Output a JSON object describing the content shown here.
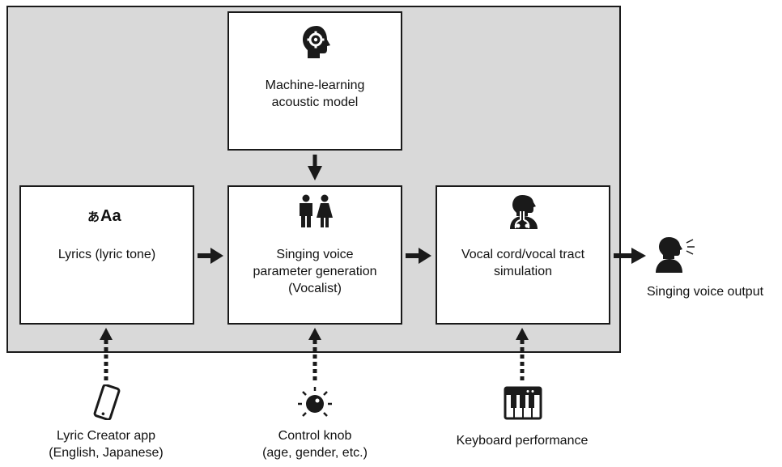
{
  "boxes": {
    "model": {
      "line1": "Machine-learning",
      "line2": "acoustic model",
      "icon": "brain-gear-icon"
    },
    "lyrics": {
      "glyph_kana": "あ",
      "glyph_latin": "Aa",
      "label": "Lyrics (lyric tone)",
      "icon": "text-glyphs-icon"
    },
    "vocalist": {
      "line1": "Singing voice",
      "line2": "parameter generation",
      "line3": "(Vocalist)",
      "icon": "male-female-icon"
    },
    "vocal_tract": {
      "line1": "Vocal cord/vocal tract",
      "line2": "simulation",
      "icon": "vocal-anatomy-icon"
    }
  },
  "output": {
    "label": "Singing voice output",
    "icon": "speaking-person-icon"
  },
  "inputs": {
    "app": {
      "line1": "Lyric Creator app",
      "line2": "(English, Japanese)",
      "icon": "smartphone-icon"
    },
    "knob": {
      "line1": "Control knob",
      "line2": "(age, gender, etc.)",
      "icon": "control-knob-icon"
    },
    "keyboard": {
      "line1": "Keyboard performance",
      "icon": "keyboard-icon"
    }
  },
  "colors": {
    "panel": "#d9d9d9",
    "ink": "#1a1a1a",
    "box": "#ffffff"
  }
}
